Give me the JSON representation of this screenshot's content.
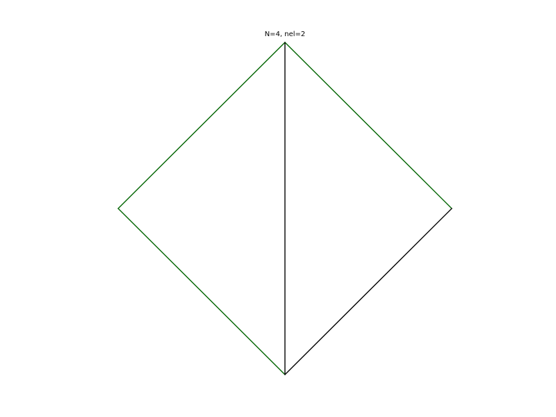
{
  "title": "N=4, nel=2",
  "nodes": [
    {
      "id": "n0",
      "x": 0,
      "y": 1
    },
    {
      "id": "n1",
      "x": -1,
      "y": 0
    },
    {
      "id": "n2",
      "x": 0,
      "y": -1
    },
    {
      "id": "n3",
      "x": 1,
      "y": 0
    }
  ],
  "edges": [
    {
      "from": "n0",
      "to": "n1",
      "color": "#006400",
      "kind": "boundary"
    },
    {
      "from": "n0",
      "to": "n3",
      "color": "#006400",
      "kind": "boundary"
    },
    {
      "from": "n1",
      "to": "n2",
      "color": "#006400",
      "kind": "boundary"
    },
    {
      "from": "n0",
      "to": "n2",
      "color": "#000000",
      "kind": "interior"
    },
    {
      "from": "n2",
      "to": "n3",
      "color": "#000000",
      "kind": "boundary-black"
    }
  ],
  "colors": {
    "boundary": "#006400",
    "interior": "#000000",
    "background": "#ffffff"
  }
}
